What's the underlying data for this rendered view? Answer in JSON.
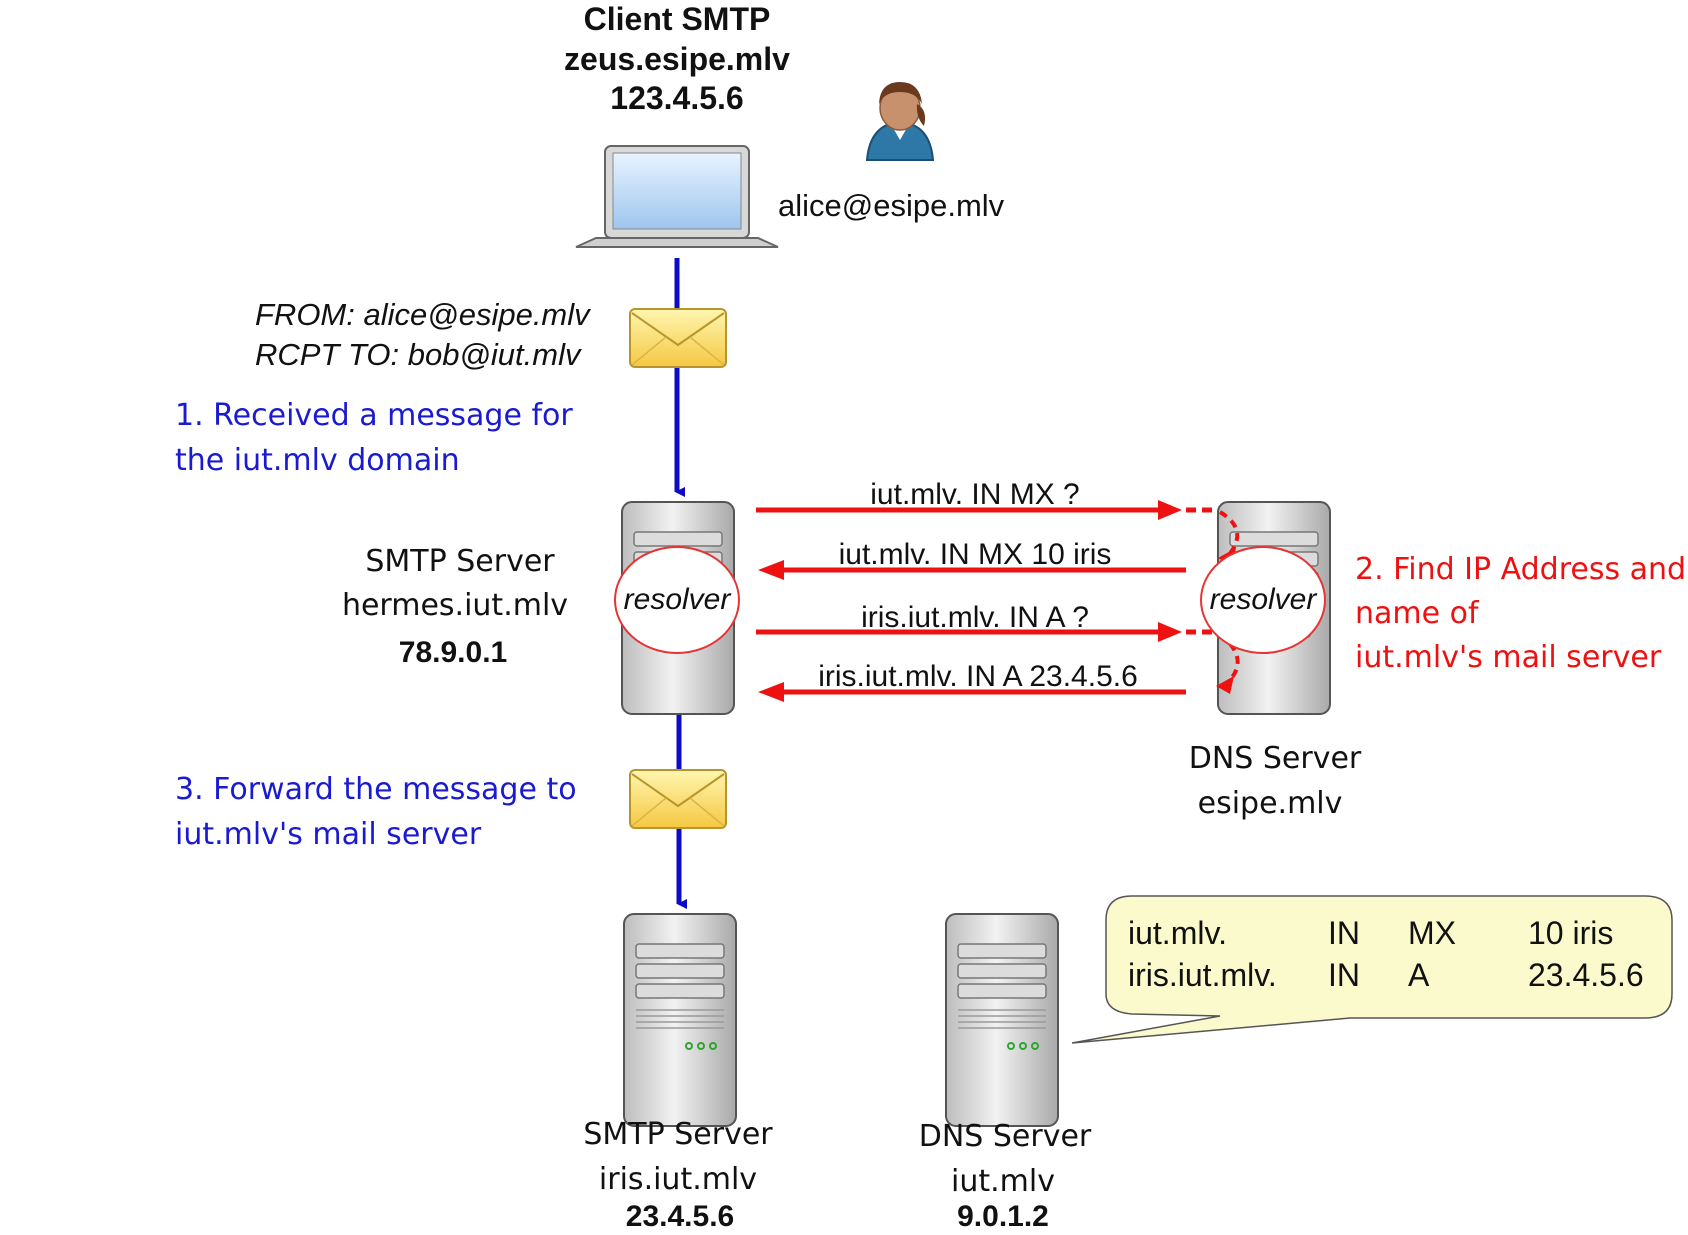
{
  "client": {
    "title": "Client SMTP",
    "host": "zeus.esipe.mlv",
    "ip": "123.4.5.6",
    "email": "alice@esipe.mlv"
  },
  "envelope": {
    "from": "FROM: alice@esipe.mlv",
    "rcpt": "RCPT TO: bob@iut.mlv"
  },
  "steps": {
    "step1_line1": "1. Received a message for",
    "step1_line2": "the iut.mlv domain",
    "step2_line1": "2. Find IP Address and",
    "step2_line2": "name of",
    "step2_line3": "iut.mlv's mail server",
    "step3_line1": "3. Forward the message to",
    "step3_line2": "iut.mlv's mail server"
  },
  "smtp_server": {
    "label": "SMTP Server",
    "host": "hermes.iut.mlv",
    "ip": "78.9.0.1",
    "resolver": "resolver"
  },
  "dns_esipe": {
    "label": "DNS Server",
    "host": "esipe.mlv",
    "resolver": "resolver"
  },
  "queries": [
    "iut.mlv. IN MX ?",
    "iut.mlv. IN MX 10 iris",
    "iris.iut.mlv. IN A ?",
    "iris.iut.mlv. IN A 23.4.5.6"
  ],
  "smtp_iris": {
    "label": "SMTP Server",
    "host": "iris.iut.mlv",
    "ip": "23.4.5.6"
  },
  "dns_iut": {
    "label": "DNS Server",
    "host": "iut.mlv",
    "ip": "9.0.1.2"
  },
  "dns_records": [
    {
      "name": "iut.mlv.",
      "class": "IN",
      "type": "MX",
      "value": "10 iris"
    },
    {
      "name": "iris.iut.mlv.",
      "class": "IN",
      "type": "A",
      "value": "23.4.5.6"
    }
  ],
  "colors": {
    "flow": "#0b0bc8",
    "dns": "#ee1111",
    "callout": "#fafacc"
  }
}
